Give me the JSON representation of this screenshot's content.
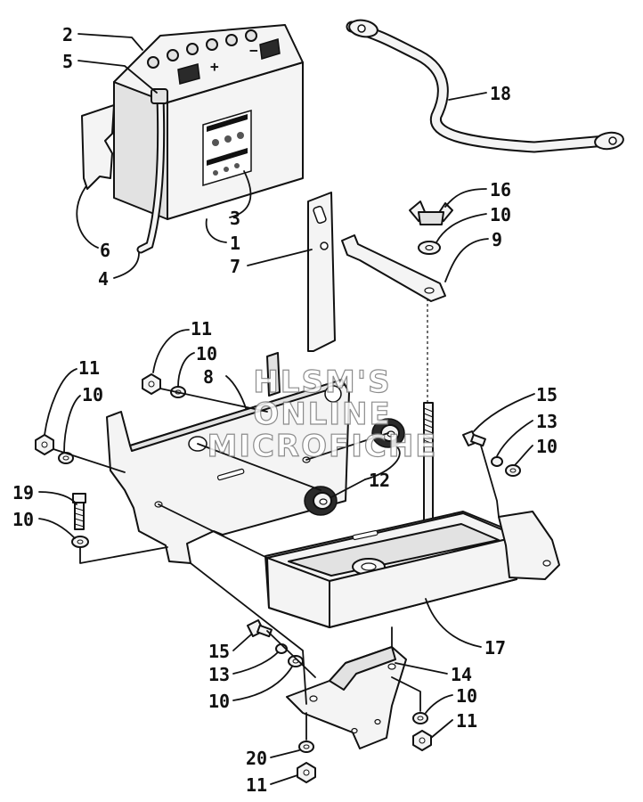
{
  "callouts": {
    "c2": "2",
    "c5": "5",
    "c6": "6",
    "c4": "4",
    "c3": "3",
    "c1": "1",
    "c18": "18",
    "c16": "16",
    "c10a": "10",
    "c9": "9",
    "c7": "7",
    "c11a": "11",
    "c10b": "10",
    "c8": "8",
    "c11b": "11",
    "c10c": "10",
    "c15a": "15",
    "c13a": "13",
    "c10d": "10",
    "c12": "12",
    "c19": "19",
    "c10e": "10",
    "c17": "17",
    "c15b": "15",
    "c13b": "13",
    "c14": "14",
    "c10f": "10",
    "c10g": "10",
    "c11c": "11",
    "c20": "20",
    "c11d": "11"
  },
  "battery": {
    "plus": "+",
    "minus": "−"
  },
  "watermark": {
    "line1": "HLSM'S",
    "line2": "ONLINE",
    "line3": "MICROFICHE"
  }
}
